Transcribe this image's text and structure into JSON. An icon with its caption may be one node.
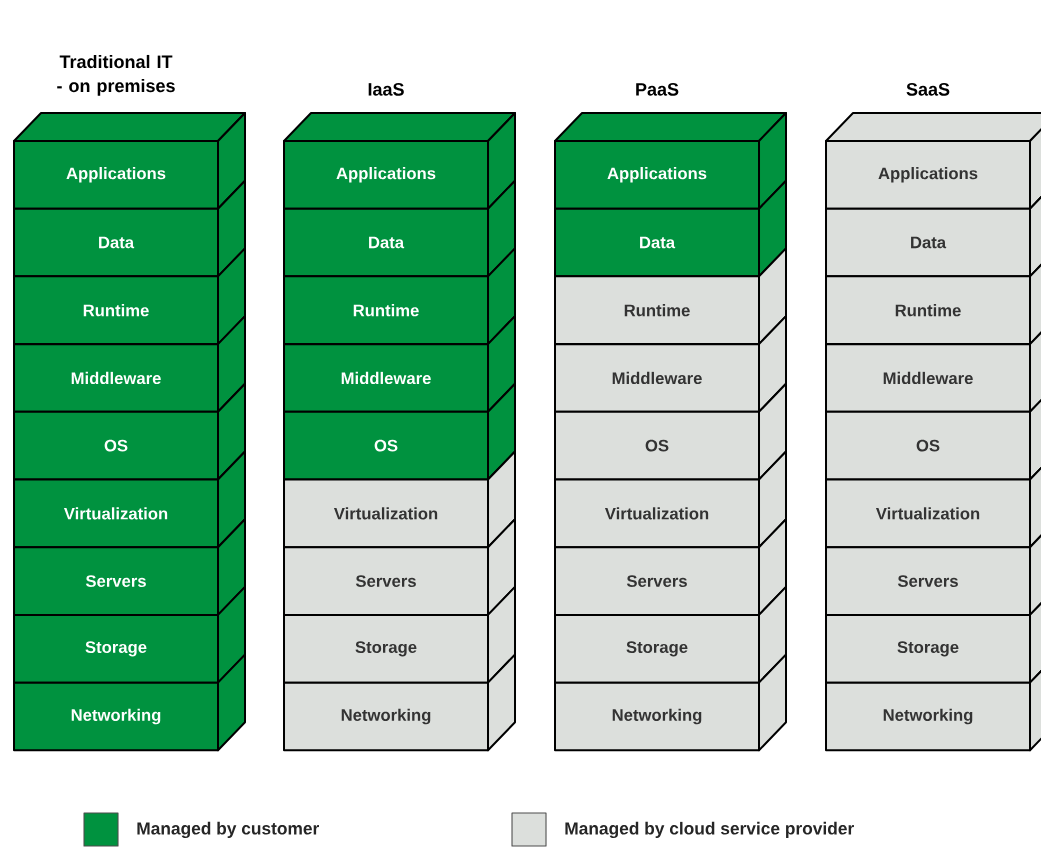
{
  "diagram": {
    "nodes": [
      {
        "text": [
          "Applications"
        ]
      },
      {
        "text": [
          "Data"
        ]
      },
      {
        "text": [
          "Runtime"
        ]
      },
      {
        "text": [
          "Middleware"
        ]
      },
      {
        "text": [
          "OS"
        ]
      },
      {
        "text": [
          "Virtualization"
        ]
      },
      {
        "text": [
          "Servers"
        ]
      },
      {
        "text": [
          "Storage"
        ]
      },
      {
        "text": [
          "Networking"
        ]
      },
      {
        "text": [
          "Applications"
        ]
      },
      {
        "text": [
          "Data"
        ]
      },
      {
        "text": [
          "Runtime"
        ]
      },
      {
        "text": [
          "Middleware"
        ]
      },
      {
        "text": [
          "OS"
        ]
      },
      {
        "text": [
          "Virtualization"
        ]
      },
      {
        "text": [
          "Servers"
        ]
      },
      {
        "text": [
          "Storage"
        ]
      },
      {
        "text": [
          "Networking"
        ]
      },
      {
        "text": [
          "Applications"
        ]
      },
      {
        "text": [
          "Data"
        ]
      },
      {
        "text": [
          "Runtime"
        ]
      },
      {
        "text": [
          "Middleware"
        ]
      },
      {
        "text": [
          "OS"
        ]
      },
      {
        "text": [
          "Virtualization"
        ]
      },
      {
        "text": [
          "Servers"
        ]
      },
      {
        "text": [
          "Storage"
        ]
      },
      {
        "text": [
          "Networking"
        ]
      },
      {
        "text": [
          "Applications"
        ]
      },
      {
        "text": [
          "Data"
        ]
      },
      {
        "text": [
          "Runtime"
        ]
      },
      {
        "text": [
          "Middleware"
        ]
      },
      {
        "text": [
          "OS"
        ]
      },
      {
        "text": [
          "Virtualization"
        ]
      },
      {
        "text": [
          "Servers"
        ]
      },
      {
        "text": [
          "Storage"
        ]
      },
      {
        "text": [
          "Networking"
        ]
      }
    ],
    "labels": [
      "Traditional IT - on premises",
      "IaaS",
      "PaaS",
      "SaaS"
    ],
    "legend": [
      {
        "text": "Managed by customer",
        "color": "#00923f"
      },
      {
        "text": "Managed by cloud service provider",
        "color": "#dcdfdc"
      }
    ]
  }
}
